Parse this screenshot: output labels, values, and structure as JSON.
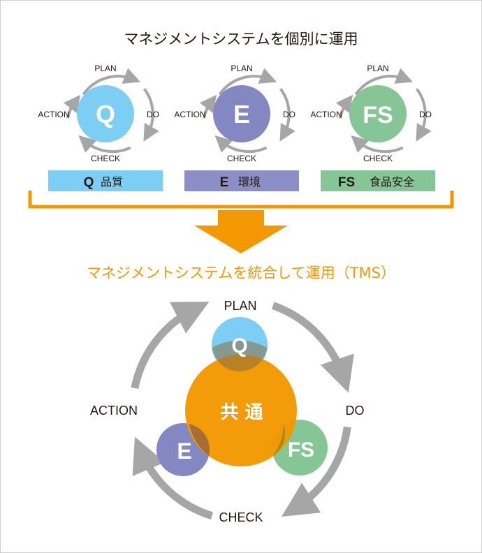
{
  "title_individual": "マネジメントシステムを個別に運用",
  "title_integrated": "マネジメントシステムを統合して運用（TMS）",
  "cycle": {
    "plan": "PLAN",
    "do": "DO",
    "check": "CHECK",
    "action": "ACTION"
  },
  "systems": [
    {
      "letter": "Q",
      "tag": "Q",
      "name": "品質",
      "color": "#7dcef4",
      "bar_color": "#7dcef4"
    },
    {
      "letter": "E",
      "tag": "E",
      "name": "環境",
      "color": "#8488c2",
      "bar_color": "#8b8fc6"
    },
    {
      "letter": "FS",
      "tag": "FS",
      "name": "食品安全",
      "color": "#86c696",
      "bar_color": "#86c696"
    }
  ],
  "common_label": "共 通",
  "colors": {
    "accent": "#f39800",
    "arrow_gray": "#a6a6a6",
    "text": "#231815"
  }
}
